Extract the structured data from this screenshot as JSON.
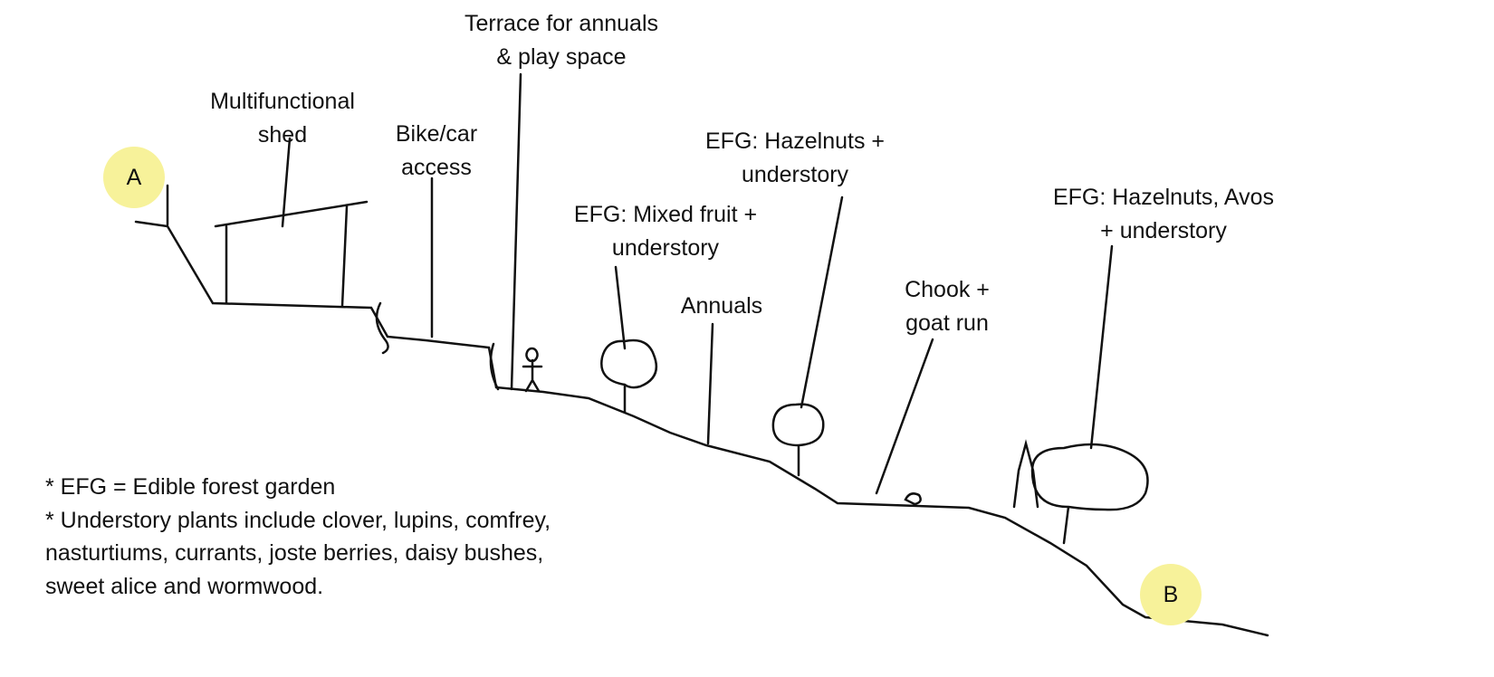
{
  "labels": {
    "terrace": [
      "Terrace for annuals",
      "& play space"
    ],
    "shed": [
      "Multifunctional",
      "shed"
    ],
    "access": [
      "Bike/car",
      "access"
    ],
    "hazel": [
      "EFG: Hazelnuts +",
      "understory"
    ],
    "mixed": [
      "EFG: Mixed fruit +",
      "understory"
    ],
    "avos": [
      "EFG: Hazelnuts, Avos",
      "+ understory"
    ],
    "annuals": [
      "Annuals"
    ],
    "chook": [
      "Chook +",
      "goat run"
    ]
  },
  "markers": {
    "start": "A",
    "end": "B",
    "color": "#f7f29a"
  },
  "notes": [
    "* EFG = Edible forest garden",
    "* Understory plants include clover, lupins, comfrey,",
    "nasturtiums, currants, joste berries, daisy bushes,",
    "sweet alice and  wormwood."
  ]
}
